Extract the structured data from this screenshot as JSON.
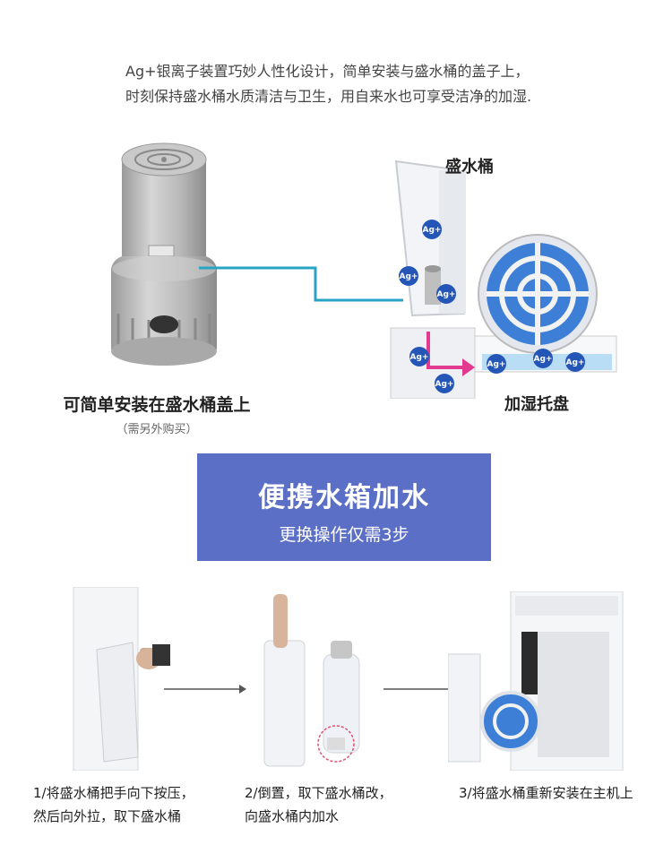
{
  "intro": {
    "line1": "Ag+银离子装置巧妙人性化设计，简单安装与盛水桶的盖子上，",
    "line2": "时刻保持盛水桶水质清洁与卫生，用自来水也可享受洁净的加湿."
  },
  "filter": {
    "label": "可简单安装在盛水桶盖上",
    "note": "（需另外购买）"
  },
  "diagram": {
    "tank_label": "盛水桶",
    "tray_label": "加湿托盘",
    "ag_badge": "Ag+"
  },
  "banner": {
    "title": "便携水箱加水",
    "subtitle": "更换操作仅需3步"
  },
  "steps": [
    {
      "line1": "1/将盛水桶把手向下按压，",
      "line2": "然后向外拉，取下盛水桶"
    },
    {
      "line1": "2/倒置，取下盛水桶改，",
      "line2": "向盛水桶内加水"
    },
    {
      "line1": "3/将盛水桶重新安装在主机上",
      "line2": ""
    }
  ]
}
